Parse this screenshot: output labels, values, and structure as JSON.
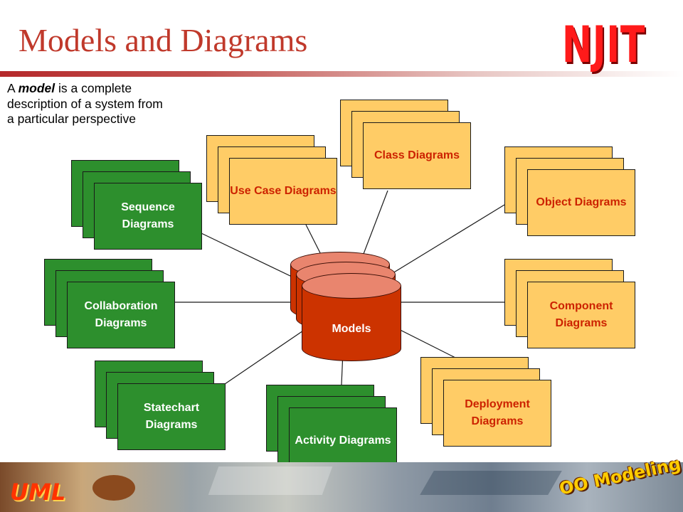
{
  "slide": {
    "title": "Models and Diagrams",
    "logo_text": "NJIT",
    "intro": {
      "prefix": "A ",
      "emphasis": "model",
      "suffix": " is a complete description of a system from a particular perspective"
    },
    "center_label": "Models",
    "diagrams": {
      "use_case": "Use Case Diagrams",
      "class": "Class Diagrams",
      "object": "Object Diagrams",
      "sequence": "Sequence Diagrams",
      "collaboration": "Collaboration Diagrams",
      "component": "Component Diagrams",
      "statechart": "Statechart Diagrams",
      "activity": "Activity Diagrams",
      "deployment": "Deployment Diagrams"
    },
    "footer": {
      "left_text": "UML",
      "right_text": "OO Modeling"
    }
  },
  "colors": {
    "title": "#c0392b",
    "yellow_card": "#ffcc66",
    "yellow_text": "#cc2200",
    "green_card": "#2d8f2d",
    "green_text": "#ffffff",
    "drum": "#cc3300",
    "logo": "#ff1a1a"
  }
}
